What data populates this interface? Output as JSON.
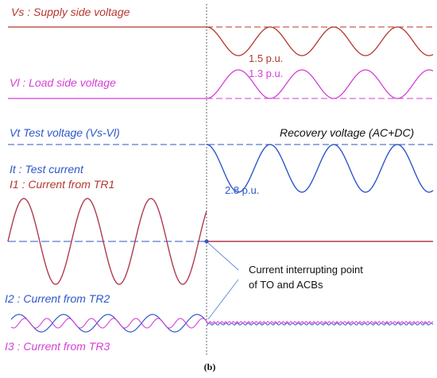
{
  "labels": {
    "vs": "Vs : Supply side voltage",
    "vl": "Vl : Load side voltage",
    "vt": "Vt Test voltage (Vs-Vl)",
    "recovery": "Recovery voltage (AC+DC)",
    "it": "It : Test current",
    "i1": "I1 : Current from TR1",
    "i2": "I2 : Current from TR2",
    "i3": "I3 : Current from TR3"
  },
  "values": {
    "vs_peak": "1.5 p.u.",
    "vl_peak": "1.3 p.u.",
    "vt_peak": "2.8 p.u."
  },
  "annotation": {
    "line1": "Current interrupting point",
    "line2": "of TO and ACBs"
  },
  "caption": "(b)",
  "colors": {
    "vs": "#b5372f",
    "vl": "#d63fd6",
    "vt": "#2e57c9",
    "i1": "#b03a50",
    "marker": "#555555"
  }
}
